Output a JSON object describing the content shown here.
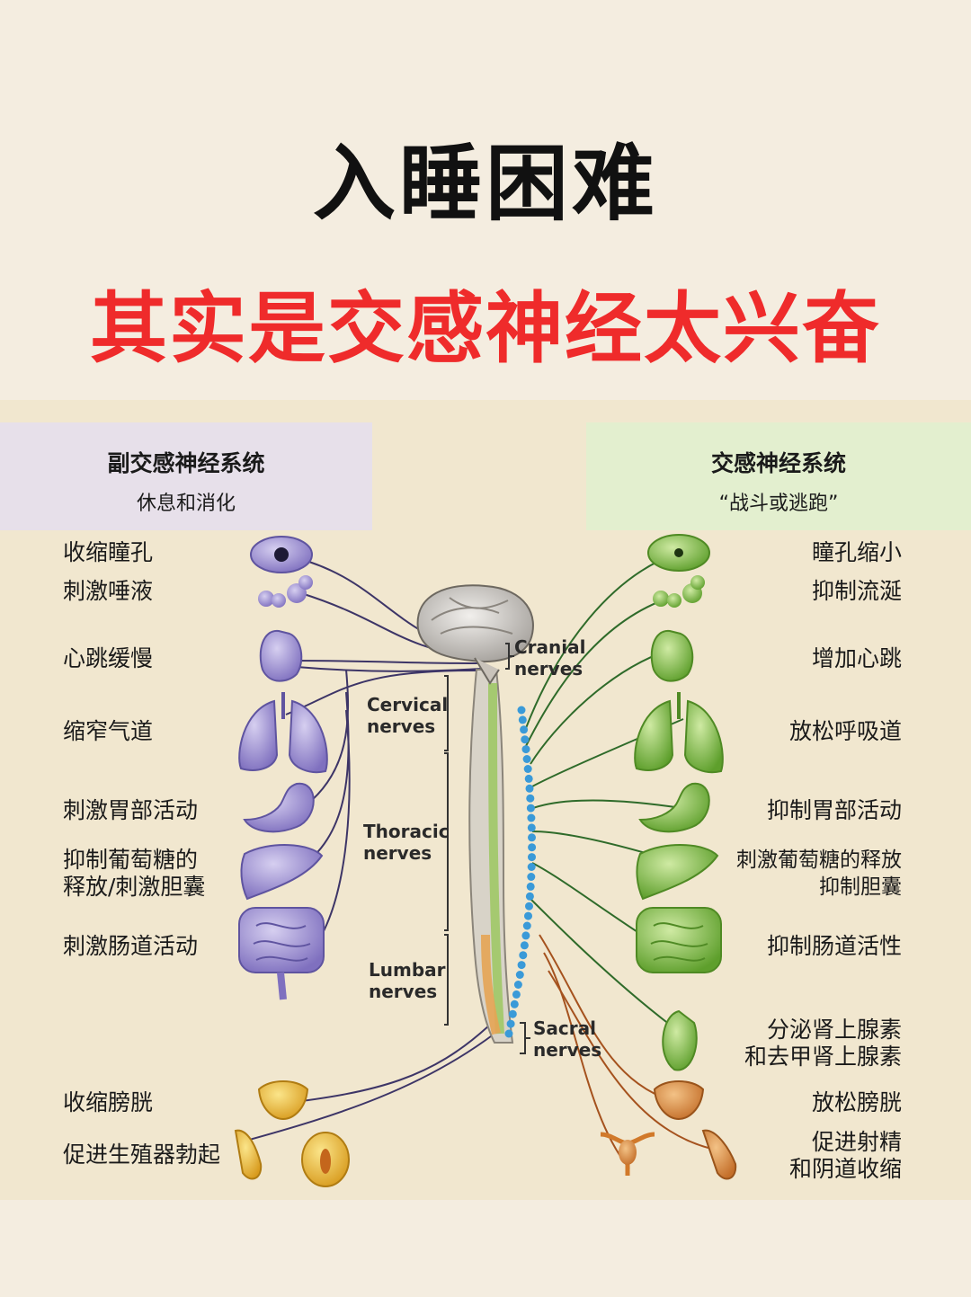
{
  "title": "入睡困难",
  "subtitle": "其实是交感神经太兴奋",
  "parasympathetic": {
    "title": "副交感神经系统",
    "subtitle": "休息和消化",
    "effects": [
      "收缩瞳孔",
      "刺激唾液",
      "心跳缓慢",
      "缩窄气道",
      "刺激胃部活动",
      "抑制葡萄糖的",
      "释放/刺激胆囊",
      "刺激肠道活动",
      "收缩膀胱",
      "促进生殖器勃起"
    ]
  },
  "sympathetic": {
    "title": "交感神经系统",
    "subtitle": "“战斗或逃跑”",
    "effects": [
      "瞳孔缩小",
      "抑制流涎",
      "增加心跳",
      "放松呼吸道",
      "抑制胃部活动",
      "刺激葡萄糖的释放",
      "抑制胆囊",
      "抑制肠道活性",
      "分泌肾上腺素",
      "和去甲肾上腺素",
      "放松膀胱",
      "促进射精",
      "和阴道收缩"
    ]
  },
  "nerves": {
    "cranial_1": "Cranial",
    "cranial_2": "nerves",
    "cervical_1": "Cervical",
    "cervical_2": "nerves",
    "thoracic_1": "Thoracic",
    "thoracic_2": "nerves",
    "lumbar_1": "Lumbar",
    "lumbar_2": "nerves",
    "sacral_1": "Sacral",
    "sacral_2": "nerves"
  },
  "colors": {
    "title": "#111111",
    "subtitle": "#ef2b2b",
    "parasympathetic_organs": "#9b8fd0",
    "sympathetic_organs": "#8cc44f",
    "pelvic_organs": "#e0a84a",
    "chain": "#3a9ad8"
  }
}
